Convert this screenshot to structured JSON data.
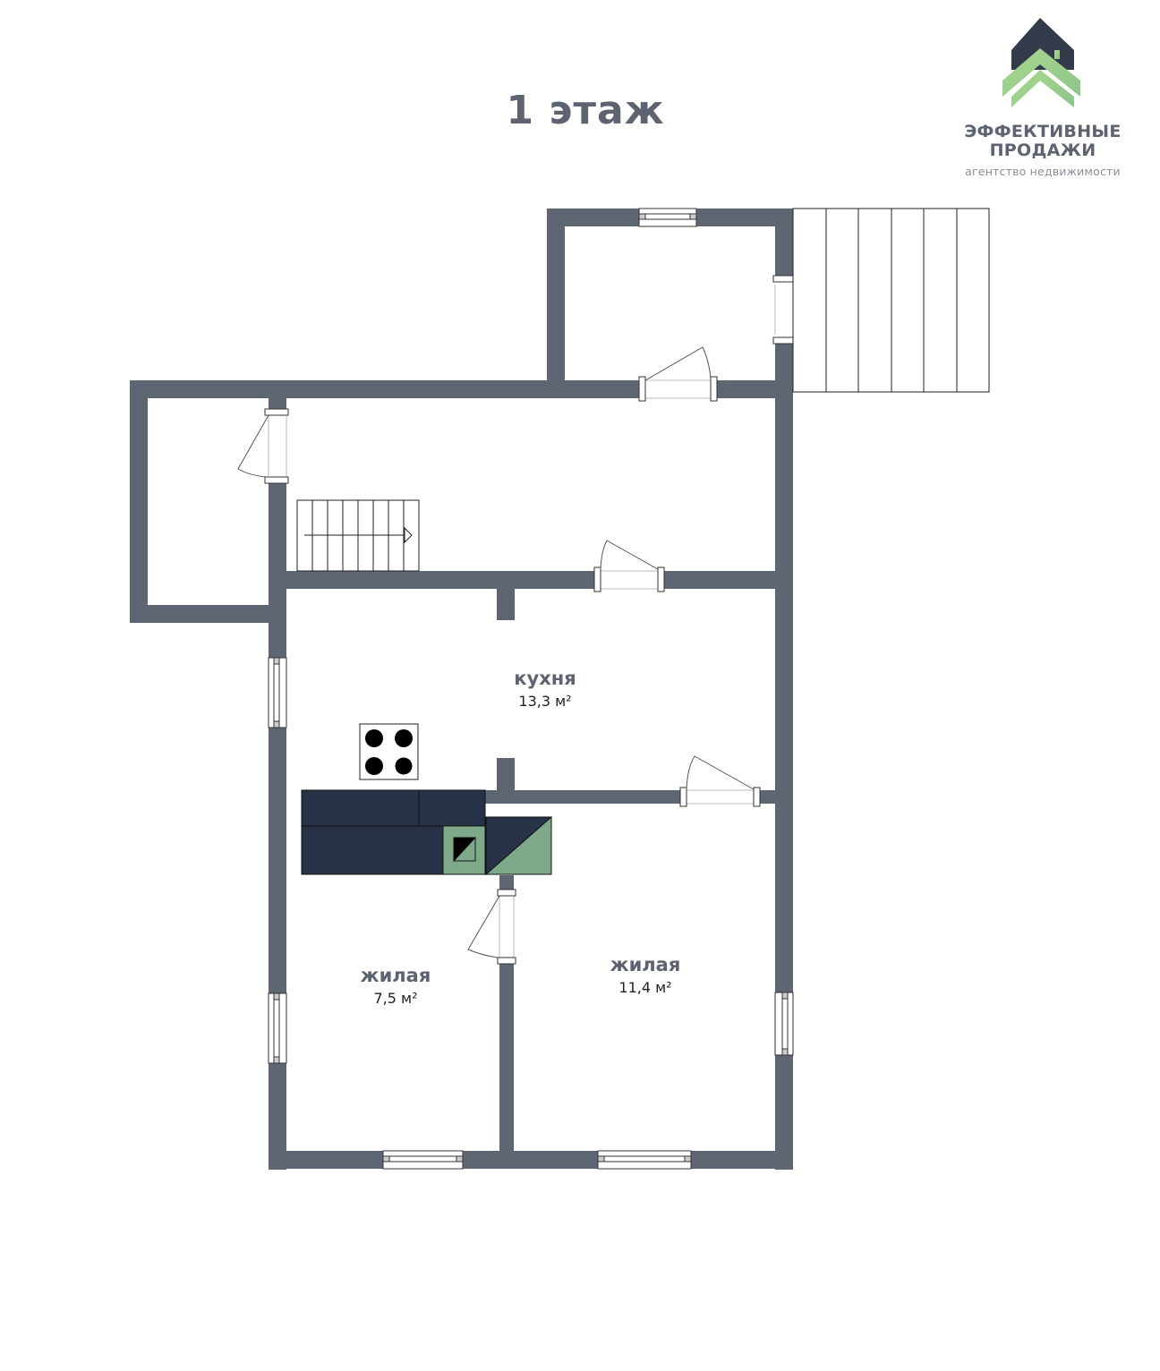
{
  "header": {
    "title": "1 этаж"
  },
  "logo": {
    "name_line1": "ЭФФЕКТИВНЫЕ",
    "name_line2": "ПРОДАЖИ",
    "subtitle": "агентство недвижимости",
    "colors": {
      "dark": "#3a4050",
      "green_light": "#b5e09a",
      "green_dark": "#7bb07a"
    }
  },
  "rooms": [
    {
      "id": "kitchen",
      "name": "кухня",
      "area": "13,3 м²"
    },
    {
      "id": "living-left",
      "name": "жилая",
      "area": "7,5 м²"
    },
    {
      "id": "living-right",
      "name": "жилая",
      "area": "11,4 м²"
    }
  ],
  "colors": {
    "wall": "#5f6673",
    "furniture_dark": "#283246",
    "furniture_green": "#7faa8a",
    "text_title": "#5d6370"
  }
}
